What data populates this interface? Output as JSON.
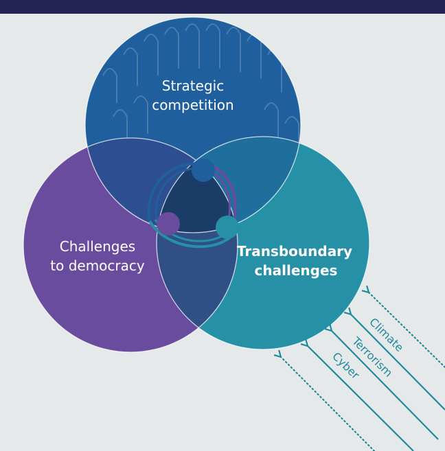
{
  "colors": {
    "background": "#e6e9ea",
    "top_band": "#232454",
    "strategic": "#205f9d",
    "democracy": "#6a4c9f",
    "transboundary": "#2590a6",
    "overlap_sd": "#2d4f92",
    "overlap_dt": "#2f4f85",
    "overlap_st": "#1f6f9d",
    "center": "#1b3c67",
    "arrow": "#1d8a9c"
  },
  "circles": {
    "strategic": {
      "line1": "Strategic",
      "line2": "competition"
    },
    "democracy": {
      "line1": "Challenges",
      "line2": "to democracy"
    },
    "transboundary": {
      "line1": "Transboundary",
      "line2": "challenges"
    }
  },
  "arrows": {
    "climate": "Climate",
    "terrorism": "Terrorism",
    "cyber": "Cyber"
  }
}
